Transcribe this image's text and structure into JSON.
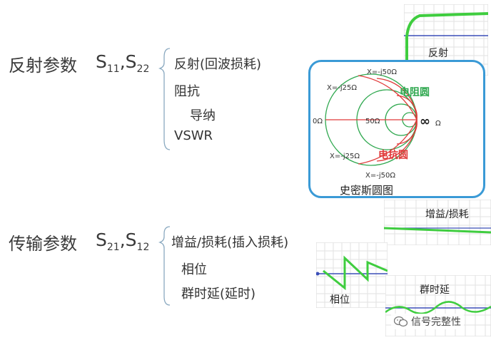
{
  "reflection": {
    "title": "反射参数",
    "param": "S",
    "sub1": "11",
    "sep": ",",
    "param2": "S",
    "sub2": "22",
    "items": [
      "反射(回波损耗)",
      "阻抗",
      "导纳",
      "VSWR"
    ]
  },
  "transmission": {
    "title": "传输参数",
    "param": "S",
    "sub1": "21",
    "sep": ",",
    "param2": "S",
    "sub2": "12",
    "items": [
      "增益/损耗(插入损耗)",
      "相位",
      "群时延(延时)"
    ]
  },
  "smith": {
    "top_label": "X=-j50Ω",
    "upper_left_label": "X=-j25Ω",
    "zero_label": "0Ω",
    "center_label": "50Ω",
    "inf_symbol": "∞",
    "inf_unit": "Ω",
    "lower_left_label": "X=-j25Ω",
    "bottom_label": "X=-j50Ω",
    "resistance_circle": "电阻圆",
    "reactance_circle": "电抗圆",
    "caption": "史密斯圆图",
    "colors": {
      "border": "#3a9ad6",
      "resistance": "#2fa84f",
      "reactance": "#e03a3a"
    }
  },
  "panels": {
    "reflection": "反射",
    "gain_loss": "增益/损耗",
    "phase": "相位",
    "group_delay": "群时延"
  },
  "watermark": {
    "text": "信号完整性",
    "icon": "wechat-icon"
  }
}
